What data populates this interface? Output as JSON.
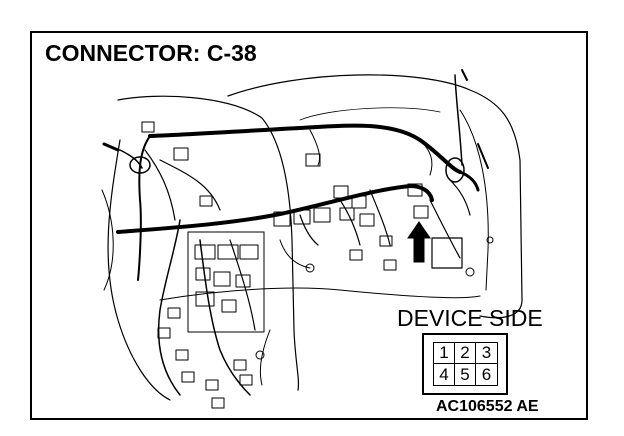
{
  "title": "CONNECTOR: C-38",
  "device_side_label": "DEVICE SIDE",
  "connector_pins": {
    "row1": [
      "1",
      "2",
      "3"
    ],
    "row2": [
      "4",
      "5",
      "6"
    ]
  },
  "figure_code": "AC106552 AE",
  "arrow_icon": "up-arrow-icon",
  "colors": {
    "line": "#000000",
    "background": "#ffffff"
  }
}
